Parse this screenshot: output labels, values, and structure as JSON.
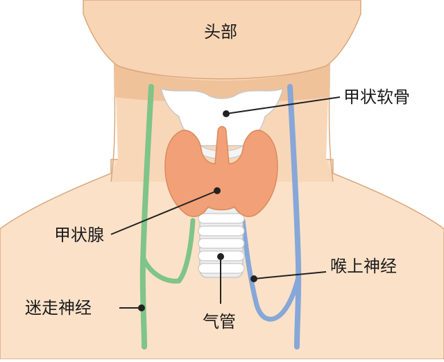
{
  "labels": {
    "head": "头部",
    "thyroid_cartilage": "甲状软骨",
    "thyroid_gland": "甲状腺",
    "superior_laryngeal_nerve": "喉上神经",
    "vagus_nerve": "迷走神经",
    "trachea": "气管"
  },
  "colors": {
    "skin_light": "#fbe1c8",
    "skin_mid": "#f6d0ad",
    "skin_shadow": "#f0c29a",
    "outline": "#d9a77d",
    "cartilage": "#ffffff",
    "thyroid": "#f2a077",
    "thyroid_outline": "#d98a5c",
    "vagus_nerve": "#7fc488",
    "laryngeal_nerve": "#86a7d8",
    "leader_line": "#222222"
  }
}
